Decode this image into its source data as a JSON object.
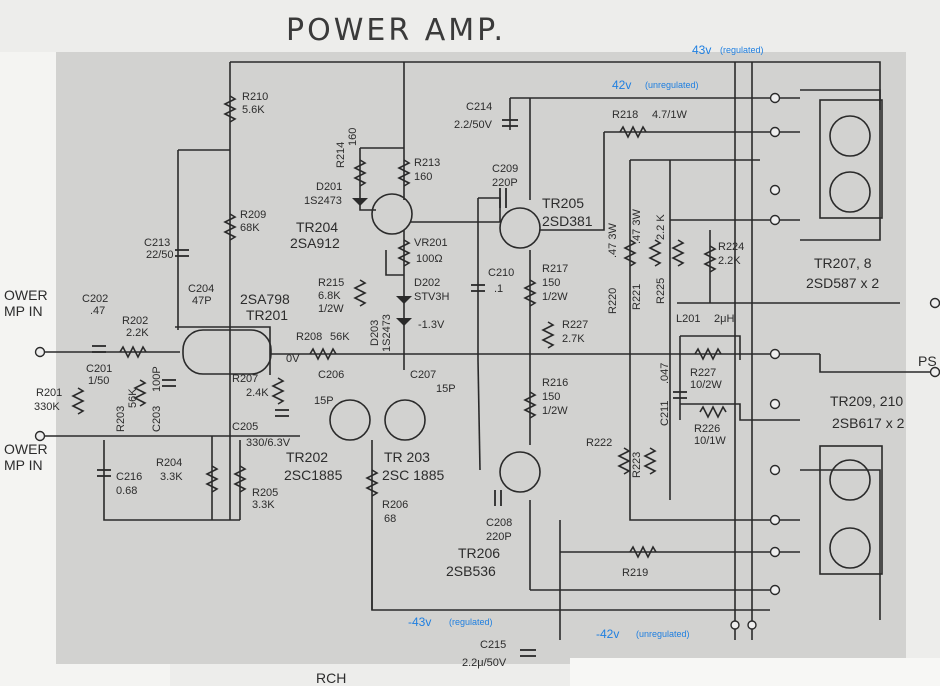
{
  "title": "POWER AMP.",
  "channel": "RCH",
  "io": {
    "in1_a": "OWER",
    "in1_b": "MP IN",
    "in2_a": "OWER",
    "in2_b": "MP IN",
    "ps": "PS"
  },
  "rails": {
    "pos_reg_v": "43v",
    "pos_reg_note": "(regulated)",
    "pos_unreg_v": "42v",
    "pos_unreg_note": "(unregulated)",
    "neg_reg_v": "-43v",
    "neg_reg_note": "(regulated)",
    "neg_unreg_v": "-42v",
    "neg_unreg_note": "(unregulated)"
  },
  "components": {
    "r210": [
      "R210",
      "5.6K"
    ],
    "r209": [
      "R209",
      "68K"
    ],
    "c213": [
      "C213",
      "22/50"
    ],
    "c204": [
      "C204",
      "47P"
    ],
    "c202": [
      "C202",
      ".47"
    ],
    "r202": [
      "R202",
      "2.2K"
    ],
    "c201": [
      "C201",
      "1/50"
    ],
    "r201": [
      "R201",
      "330K"
    ],
    "r203": [
      "R203",
      "56K"
    ],
    "c203": [
      "C203",
      "100P"
    ],
    "c216": [
      "C216",
      "0.68"
    ],
    "r204": [
      "R204",
      "3.3K"
    ],
    "r205": [
      "R205",
      "3.3K"
    ],
    "r207": [
      "R207",
      "2.4K"
    ],
    "c205": [
      "C205",
      "330/6.3V"
    ],
    "r208": [
      "R208",
      "56K"
    ],
    "c206": [
      "C206",
      "15P"
    ],
    "c207": [
      "C207",
      "15P"
    ],
    "r206": [
      "R206",
      "68"
    ],
    "r214": [
      "R214",
      "160"
    ],
    "d201": [
      "D201",
      "1S2473"
    ],
    "r213": [
      "R213",
      "160"
    ],
    "vr201": [
      "VR201",
      "100Ω"
    ],
    "r215": [
      "R215",
      "6.8K",
      "1/2W"
    ],
    "d202": [
      "D202",
      "STV3H"
    ],
    "d203": [
      "D203",
      "1S2473"
    ],
    "bias_v": "-1.3V",
    "c214": [
      "C214",
      "2.2/50V"
    ],
    "c209": [
      "C209",
      "220P"
    ],
    "c210": [
      "C210",
      ".1"
    ],
    "r217": [
      "R217",
      "150",
      "1/2W"
    ],
    "r227a": [
      "R227",
      "2.7K"
    ],
    "r216": [
      "R216",
      "150",
      "1/2W"
    ],
    "c208": [
      "C208",
      "220P"
    ],
    "c215": [
      "C215",
      "2.2μ/50V"
    ],
    "r218": [
      "R218",
      "4.7/1W"
    ],
    "r220": [
      "R220",
      ".47 3W"
    ],
    "r221": [
      "R221",
      ".47 3W"
    ],
    "r225": [
      "R225",
      "2.2 K"
    ],
    "r224": [
      "R224",
      "2.2K"
    ],
    "l201": [
      "L201",
      "2μH"
    ],
    "r227b": [
      "R227",
      "10/2W"
    ],
    "c211": [
      "C211",
      ".047"
    ],
    "r226": [
      "R226",
      "10/1W"
    ],
    "r222": "R222",
    "r223": "R223",
    "r219": "R219",
    "zero_v": "0V"
  },
  "transistors": {
    "tr201": [
      "2SA798",
      "TR201"
    ],
    "tr204": [
      "TR204",
      "2SA912"
    ],
    "tr205": [
      "TR205",
      "2SD381"
    ],
    "tr202": [
      "TR202",
      "2SC1885"
    ],
    "tr203": [
      "TR 203",
      "2SC 1885"
    ],
    "tr206": [
      "TR206",
      "2SB536"
    ],
    "tr207": [
      "TR207, 8",
      "2SD587 x 2"
    ],
    "tr209": [
      "TR209, 210",
      "2SB617 x 2"
    ]
  }
}
